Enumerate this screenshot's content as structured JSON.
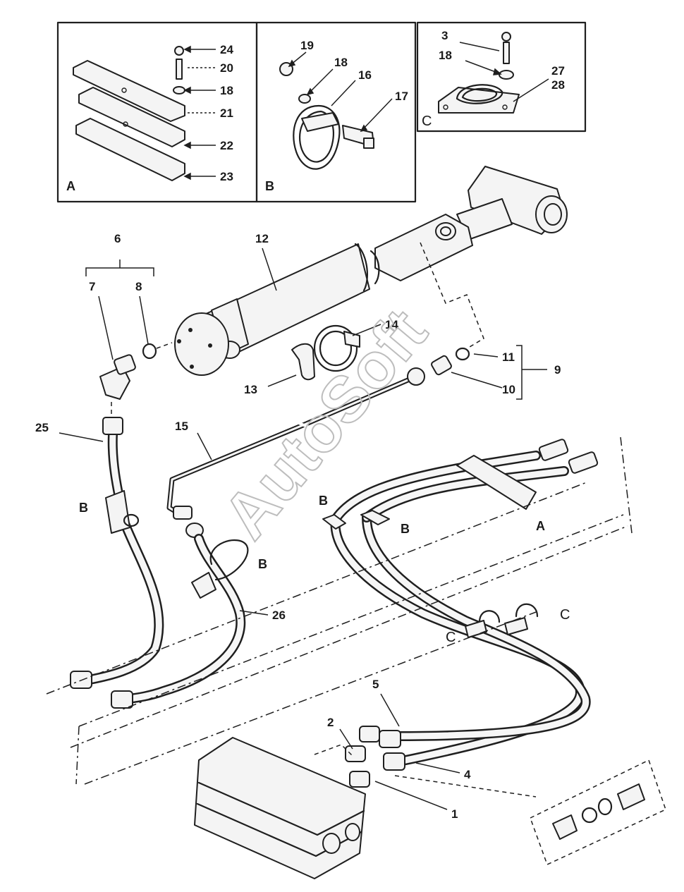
{
  "watermark": "AutoSoft",
  "insets": {
    "A": {
      "letter": "A",
      "labels": [
        "24",
        "20",
        "18",
        "21",
        "22",
        "23"
      ]
    },
    "B": {
      "letter": "B",
      "labels": [
        "19",
        "18",
        "16",
        "17"
      ]
    },
    "C": {
      "letter": "C",
      "labels": [
        "3",
        "18",
        "27",
        "28"
      ]
    }
  },
  "callouts": {
    "n1": "1",
    "n2": "2",
    "n4": "4",
    "n5": "5",
    "n6": "6",
    "n7": "7",
    "n8": "8",
    "n9": "9",
    "n10": "10",
    "n11": "11",
    "n12": "12",
    "n13": "13",
    "n14": "14",
    "n15": "15",
    "n25": "25",
    "n26": "26"
  },
  "view_refs": {
    "b1": "B",
    "b2": "B",
    "b3": "B",
    "b4": "B",
    "a1": "A",
    "c1": "C",
    "c2": "C"
  }
}
